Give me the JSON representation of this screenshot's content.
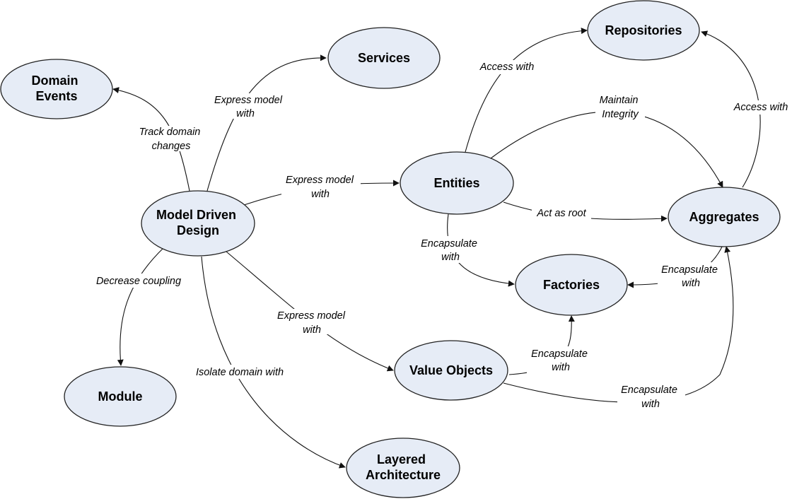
{
  "nodes": {
    "domain_events": [
      "Domain",
      "Events"
    ],
    "services": [
      "Services"
    ],
    "repositories": [
      "Repositories"
    ],
    "model_driven_design": [
      "Model Driven",
      "Design"
    ],
    "entities": [
      "Entities"
    ],
    "aggregates": [
      "Aggregates"
    ],
    "factories": [
      "Factories"
    ],
    "value_objects": [
      "Value Objects"
    ],
    "module": [
      "Module"
    ],
    "layered_architecture": [
      "Layered",
      "Architecture"
    ]
  },
  "edges": {
    "mdd_domain_events": [
      "Track domain",
      "changes"
    ],
    "mdd_services": [
      "Express model",
      "with"
    ],
    "mdd_entities": [
      "Express model",
      "with"
    ],
    "mdd_value_objects": [
      "Express model",
      "with"
    ],
    "mdd_module": [
      "Decrease coupling"
    ],
    "mdd_layered": [
      "Isolate domain with"
    ],
    "entities_repositories": [
      "Access with"
    ],
    "entities_aggregates_integrity": [
      "Maintain",
      "Integrity"
    ],
    "entities_aggregates_root": [
      "Act as root"
    ],
    "entities_factories": [
      "Encapsulate",
      "with"
    ],
    "aggregates_repositories": [
      "Access with"
    ],
    "aggregates_factories": [
      "Encapsulate",
      "with"
    ],
    "value_objects_factories": [
      "Encapsulate",
      "with"
    ],
    "value_objects_aggregates": [
      "Encapsulate",
      "with"
    ]
  }
}
